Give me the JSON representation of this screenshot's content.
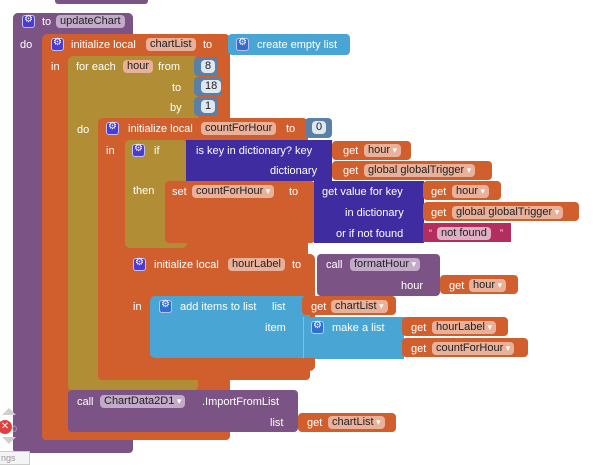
{
  "procedure": {
    "keyword_to": "to",
    "name": "updateChart",
    "keyword_do": "do"
  },
  "init_chartList": {
    "label": "initialize local",
    "var": "chartList",
    "to": "to",
    "keyword_in": "in",
    "value_label": "create empty list"
  },
  "for_each": {
    "label": "for each",
    "var": "hour",
    "from": "from",
    "from_value": "8",
    "to": "to",
    "to_value": "18",
    "by": "by",
    "by_value": "1",
    "keyword_do": "do"
  },
  "init_count": {
    "label": "initialize local",
    "var": "countForHour",
    "to": "to",
    "value": "0",
    "keyword_in": "in"
  },
  "if_block": {
    "label": "if",
    "then": "then",
    "cond_label": "is key in dictionary? key",
    "cond_dict": "dictionary",
    "get": "get",
    "key_var": "hour",
    "dict_var": "global globalTrigger"
  },
  "set_block": {
    "label": "set",
    "var": "countForHour",
    "to": "to",
    "lookup_label": "get value for key",
    "lookup_dict": "in dictionary",
    "lookup_notfound": "or if not found",
    "get": "get",
    "key_var": "hour",
    "dict_var": "global globalTrigger",
    "notfound_text": "not found",
    "quote_open": "“",
    "quote_close": "”"
  },
  "init_label": {
    "label": "initialize local",
    "var": "hourLabel",
    "to": "to",
    "keyword_in": "in",
    "call": "call",
    "proc": "formatHour",
    "arg": "hour",
    "get": "get",
    "arg_var": "hour"
  },
  "add_items": {
    "label": "add items to list",
    "list": "list",
    "item": "item",
    "get": "get",
    "list_var": "chartList",
    "make_list": "make a list",
    "item1": "hourLabel",
    "item2": "countForHour"
  },
  "import_call": {
    "call": "call",
    "component": "ChartData2D1",
    "method": ".ImportFromList",
    "list": "list",
    "get": "get",
    "list_var": "chartList"
  },
  "workspace": {
    "warning_count": "0",
    "settings_partial": "ngs"
  }
}
